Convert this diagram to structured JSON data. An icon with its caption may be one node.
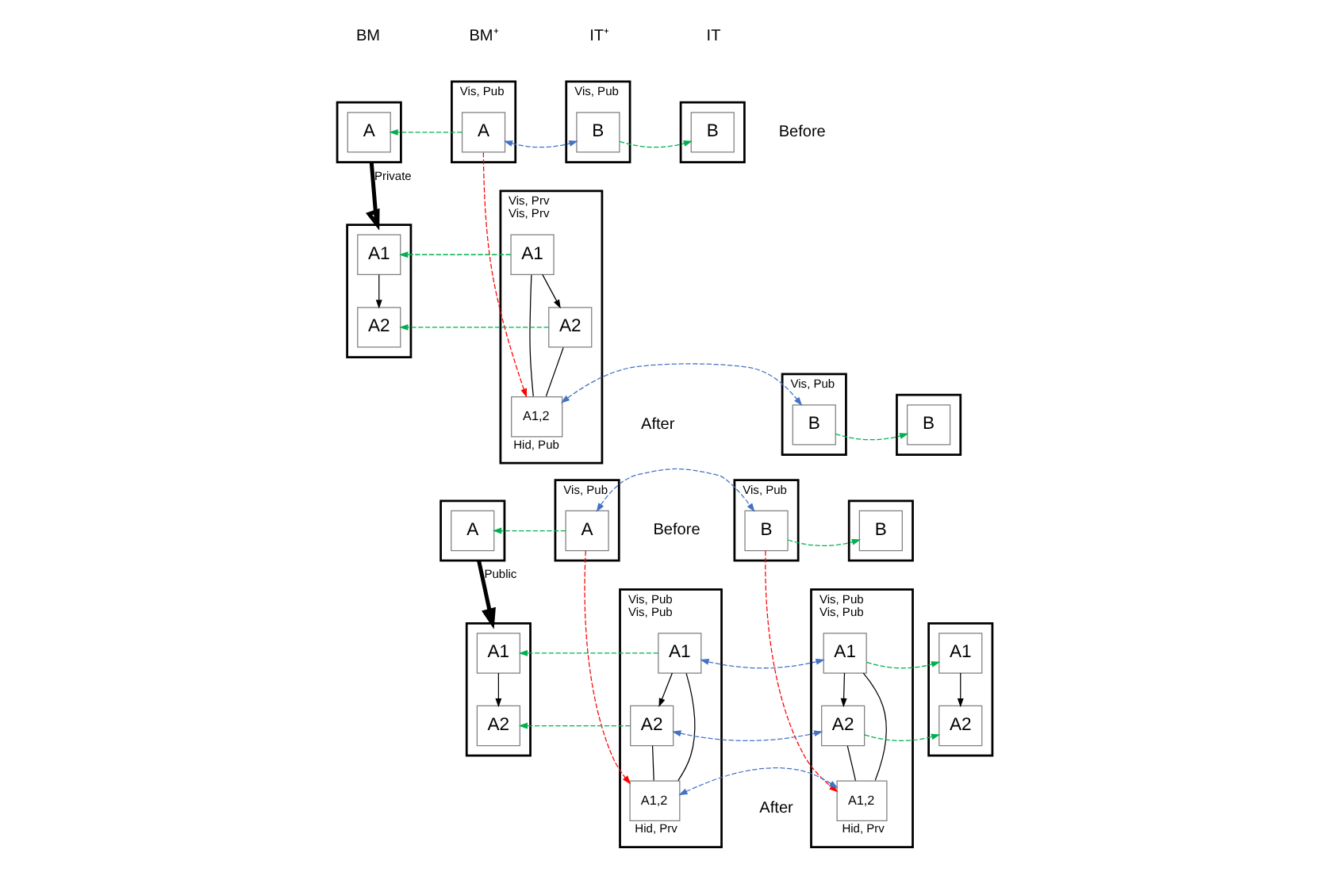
{
  "diagram": {
    "nodes": [
      {
        "text": [],
        "shape": "box"
      },
      {
        "text": [
          "A"
        ],
        "in": 0
      },
      {
        "text": [
          "Vis, Pub"
        ]
      },
      {
        "text": [
          "A"
        ],
        "in": 2
      },
      {
        "text": [
          "Vis, Pub"
        ]
      },
      {
        "text": [
          "B"
        ],
        "in": 4
      },
      {
        "text": [],
        "shape": "box"
      },
      {
        "text": [
          "B"
        ],
        "in": 6
      },
      {
        "text": [],
        "shape": "box"
      },
      {
        "text": [
          "A1"
        ],
        "in": 8
      },
      {
        "text": [
          "A2"
        ],
        "in": 8
      },
      {
        "text": [
          "Vis, Prv",
          "Vis, Prv"
        ]
      },
      {
        "text": [
          "A1"
        ],
        "in": 11
      },
      {
        "text": [
          "A2"
        ],
        "in": 11
      },
      {
        "text": [
          "A1,2"
        ],
        "in": 11,
        "beside": [
          "Hid, Pub"
        ]
      },
      {
        "text": [
          "Vis, Pub"
        ]
      },
      {
        "text": [
          "B"
        ],
        "in": 15
      },
      {
        "text": [],
        "shape": "box"
      },
      {
        "text": [
          "B"
        ],
        "in": 17
      },
      {
        "text": [],
        "shape": "box"
      },
      {
        "text": [
          "A"
        ],
        "in": 19
      },
      {
        "text": [
          "Vis, Pub"
        ]
      },
      {
        "text": [
          "A"
        ],
        "in": 21
      },
      {
        "text": [
          "Vis, Pub"
        ]
      },
      {
        "text": [
          "B"
        ],
        "in": 23
      },
      {
        "text": [],
        "shape": "box"
      },
      {
        "text": [
          "B"
        ],
        "in": 25
      },
      {
        "text": [],
        "shape": "box"
      },
      {
        "text": [
          "A1"
        ],
        "in": 27
      },
      {
        "text": [
          "A2"
        ],
        "in": 27
      },
      {
        "text": [
          "Vis, Pub",
          "Vis, Pub"
        ]
      },
      {
        "text": [
          "A1"
        ],
        "in": 30
      },
      {
        "text": [
          "A2"
        ],
        "in": 30
      },
      {
        "text": [
          "A1,2"
        ],
        "in": 30,
        "beside": [
          "Hid, Prv"
        ]
      },
      {
        "text": [
          "Vis, Pub",
          "Vis, Pub"
        ]
      },
      {
        "text": [
          "A1"
        ],
        "in": 34
      },
      {
        "text": [
          "A2"
        ],
        "in": 34
      },
      {
        "text": [
          "A1,2"
        ],
        "in": 34,
        "beside": [
          "Hid, Prv"
        ]
      },
      {
        "text": [],
        "shape": "box"
      },
      {
        "text": [
          "A1"
        ],
        "in": 38
      },
      {
        "text": [
          "A2"
        ],
        "in": 38
      }
    ],
    "edges": [
      {
        "from": 3,
        "to": 1,
        "arrow": "to",
        "style": "dashed",
        "color": "#00b050"
      },
      {
        "from": 3,
        "to": 5,
        "arrow": "both",
        "style": "dashed",
        "color": "#4472c4"
      },
      {
        "from": 5,
        "to": 7,
        "arrow": "to",
        "style": "dashed",
        "color": "#00b050"
      },
      {
        "from": 0,
        "to": 8,
        "arrow": "to",
        "label": "Private",
        "style": "thick"
      },
      {
        "from": 3,
        "to": 14,
        "arrow": "to",
        "style": "dashed",
        "color": "#ff0000"
      },
      {
        "from": 9,
        "to": 10,
        "arrow": "to"
      },
      {
        "from": 12,
        "to": 9,
        "arrow": "to",
        "style": "dashed",
        "color": "#00b050"
      },
      {
        "from": 13,
        "to": 10,
        "arrow": "to",
        "style": "dashed",
        "color": "#00b050"
      },
      {
        "from": 12,
        "to": 13,
        "arrow": "to"
      },
      {
        "from": 12,
        "to": 14,
        "arrow": "none"
      },
      {
        "from": 13,
        "to": 14,
        "arrow": "none"
      },
      {
        "from": 14,
        "to": 16,
        "arrow": "both",
        "style": "dashed",
        "color": "#4472c4"
      },
      {
        "from": 16,
        "to": 18,
        "arrow": "to",
        "style": "dashed",
        "color": "#00b050"
      },
      {
        "from": 22,
        "to": 20,
        "arrow": "to",
        "style": "dashed",
        "color": "#00b050"
      },
      {
        "from": 22,
        "to": 24,
        "arrow": "both",
        "style": "dashed",
        "color": "#4472c4"
      },
      {
        "from": 24,
        "to": 26,
        "arrow": "to",
        "style": "dashed",
        "color": "#00b050"
      },
      {
        "from": 19,
        "to": 27,
        "arrow": "to",
        "label": "Public",
        "style": "thick"
      },
      {
        "from": 22,
        "to": 33,
        "arrow": "to",
        "style": "dashed",
        "color": "#ff0000"
      },
      {
        "from": 24,
        "to": 37,
        "arrow": "to",
        "style": "dashed",
        "color": "#ff0000"
      },
      {
        "from": 28,
        "to": 29,
        "arrow": "to"
      },
      {
        "from": 31,
        "to": 28,
        "arrow": "to",
        "style": "dashed",
        "color": "#00b050"
      },
      {
        "from": 32,
        "to": 29,
        "arrow": "to",
        "style": "dashed",
        "color": "#00b050"
      },
      {
        "from": 31,
        "to": 32,
        "arrow": "to"
      },
      {
        "from": 31,
        "to": 33,
        "arrow": "none"
      },
      {
        "from": 32,
        "to": 33,
        "arrow": "none"
      },
      {
        "from": 31,
        "to": 35,
        "arrow": "both",
        "style": "dashed",
        "color": "#4472c4"
      },
      {
        "from": 32,
        "to": 36,
        "arrow": "both",
        "style": "dashed",
        "color": "#4472c4"
      },
      {
        "from": 33,
        "to": 37,
        "arrow": "both",
        "style": "dashed",
        "color": "#4472c4"
      },
      {
        "from": 35,
        "to": 36,
        "arrow": "to"
      },
      {
        "from": 35,
        "to": 37,
        "arrow": "none"
      },
      {
        "from": 36,
        "to": 37,
        "arrow": "none"
      },
      {
        "from": 35,
        "to": 39,
        "arrow": "to",
        "style": "dashed",
        "color": "#00b050"
      },
      {
        "from": 36,
        "to": 40,
        "arrow": "to",
        "style": "dashed",
        "color": "#00b050"
      },
      {
        "from": 39,
        "to": 40,
        "arrow": "to"
      }
    ],
    "labels": [
      "BM",
      "BM⁺",
      "IT⁺",
      "IT",
      "Before",
      "After",
      "Before",
      "After"
    ]
  }
}
